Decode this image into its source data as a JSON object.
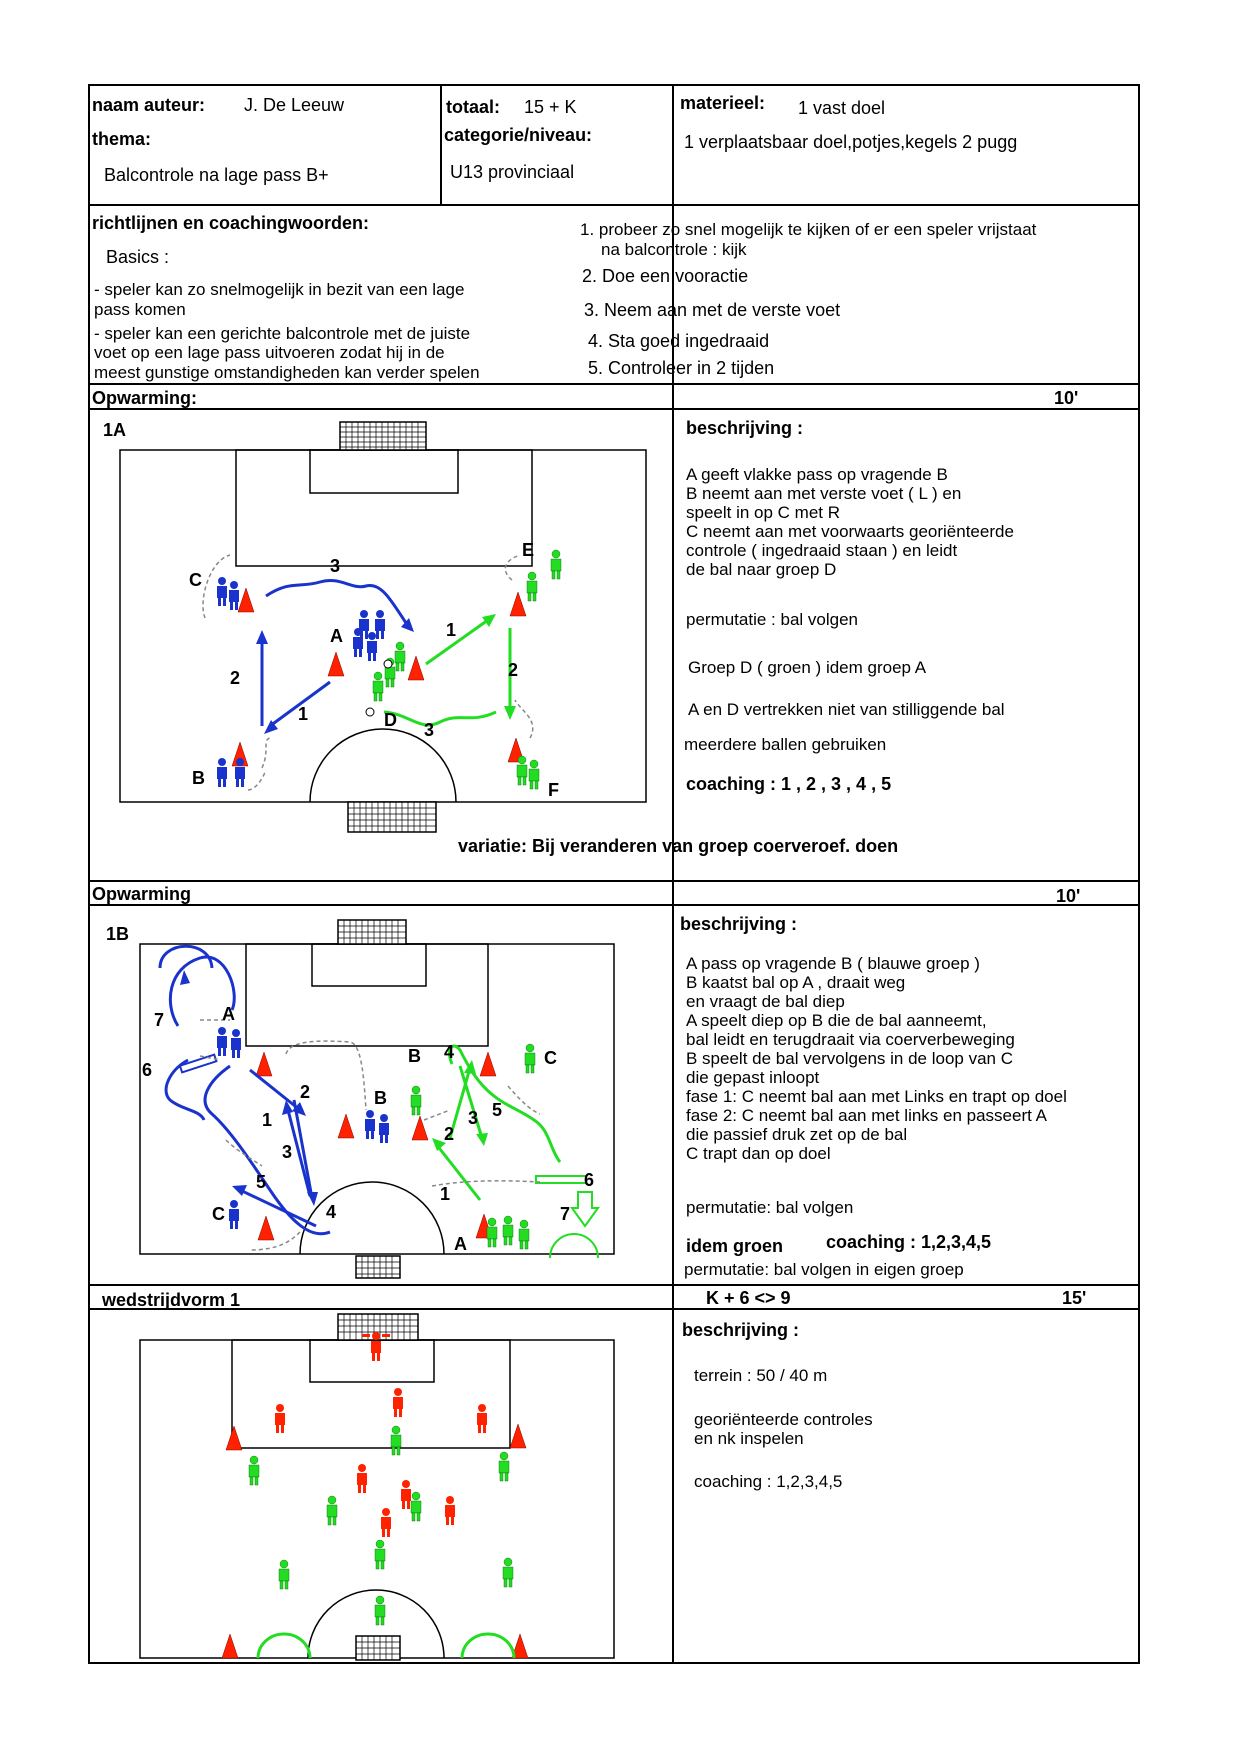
{
  "header": {
    "author_label": "naam auteur:",
    "author": "J. De Leeuw",
    "theme_label": "thema:",
    "theme": "Balcontrole na lage pass B+",
    "total_label": "totaal:",
    "total": "15 + K",
    "category_label": "categorie/niveau:",
    "category": "U13 provinciaal",
    "material_label": "materieel:",
    "material_1": "1 vast doel",
    "material_2": "1 verplaatsbaar doel,potjes,kegels 2 pugg"
  },
  "guidelines": {
    "label": "richtlijnen en coachingwoorden:",
    "basics": "Basics :",
    "left_lines": [
      "- speler kan zo snelmogelijk in bezit van een lage",
      "pass komen",
      "- speler kan een gerichte balcontrole met de juiste",
      "voet op een lage pass uitvoeren zodat hij in de",
      "meest gunstige omstandigheden kan verder spelen"
    ],
    "points": [
      "1. probeer zo snel mogelijk te kijken of er een speler vrijstaat",
      "na balcontrole : kijk",
      "2. Doe een vooractie",
      "3. Neem aan met de verste voet",
      "4. Sta goed ingedraaid",
      "5. Controleer in 2 tijden"
    ]
  },
  "section1": {
    "title": "Opwarming:",
    "time": "10'",
    "id": "1A",
    "desc_label": "beschrijving :",
    "desc_lines": [
      "A geeft vlakke pass op vragende B",
      "B neemt aan met verste voet ( L ) en",
      "speelt in op C met R",
      "C neemt aan met voorwaarts georiënteerde",
      "controle ( ingedraaid staan ) en leidt",
      "de bal naar groep D"
    ],
    "permutation": "permutatie : bal volgen",
    "group_d": "Groep D ( groen ) idem groep A",
    "start": "A en D vertrekken niet van stilliggende bal",
    "balls": "meerdere ballen gebruiken",
    "coaching": "coaching : 1 , 2 , 3 , 4 , 5",
    "variation": "variatie: Bij veranderen van groep coerveroef. doen",
    "labels": [
      "A",
      "B",
      "C",
      "D",
      "E",
      "F"
    ],
    "numbers": [
      "1",
      "2",
      "3"
    ]
  },
  "section2": {
    "title": "Opwarming",
    "time": "10'",
    "id": "1B",
    "desc_label": "beschrijving :",
    "desc_lines": [
      "A pass op vragende B ( blauwe groep )",
      "B kaatst bal op A , draait weg",
      "en vraagt de bal diep",
      "A speelt diep op B die de bal aanneemt,",
      "bal leidt en terugdraait via coerverbeweging",
      "B speelt de bal vervolgens in de loop van C",
      "die gepast inloopt",
      "fase 1: C neemt bal aan met Links en trapt op doel",
      "fase 2: C neemt bal aan met links en passeert A",
      "die passief druk zet op de bal",
      "C trapt dan op doel"
    ],
    "permutation": "permutatie: bal volgen",
    "idem": "idem groen",
    "coaching": "coaching : 1,2,3,4,5",
    "permutation2": "permutatie: bal volgen in eigen groep",
    "labels": [
      "A",
      "B",
      "C"
    ],
    "numbers": [
      "1",
      "2",
      "3",
      "4",
      "5",
      "6",
      "7"
    ]
  },
  "section3": {
    "title": "wedstrijdvorm 1",
    "format": "K + 6 <> 9",
    "time": "15'",
    "desc_label": "beschrijving :",
    "terrain": "terrein : 50 / 40 m",
    "controls_1": "georiënteerde controles",
    "controls_2": "en nk inspelen",
    "coaching": "coaching : 1,2,3,4,5"
  },
  "colors": {
    "blue": "#1a33cc",
    "green": "#22dd22",
    "red": "#ff2200"
  }
}
